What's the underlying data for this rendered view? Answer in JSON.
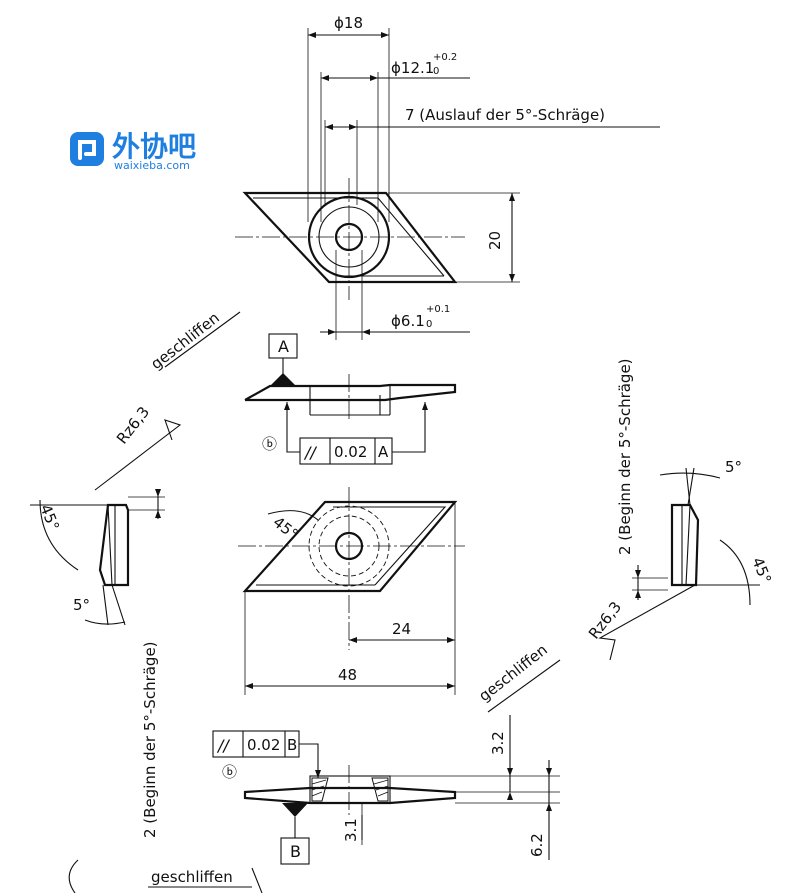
{
  "watermark": {
    "brand": "外协吧",
    "url": "waixieba.com",
    "color": "#1e7fe0"
  },
  "top_view": {
    "dia_outer": "ϕ18",
    "dia_mid": "ϕ12.1",
    "dia_mid_tol_upper": "+0.2",
    "dia_mid_tol_lower": "0",
    "runout_note": "7 (Auslauf der 5°-Schräge)",
    "height": "20",
    "dia_hole": "ϕ6.1",
    "dia_hole_tol_upper": "+0.1",
    "dia_hole_tol_lower": "0"
  },
  "side_view_a": {
    "datum": "A",
    "circle_mark": "ⓑ",
    "tolerance_symbol": "//",
    "tolerance_value": "0.02",
    "tolerance_datum": "A"
  },
  "bottom_view": {
    "angle": "45°",
    "dim_24": "24",
    "dim_48": "48"
  },
  "left_detail": {
    "finish": "geschliffen",
    "roughness": "Rz6,3",
    "angle_45": "45°",
    "angle_5": "5°",
    "begin_note": "2 (Beginn der 5°-Schräge)"
  },
  "right_detail": {
    "finish": "geschliffen",
    "roughness": "Rz6,3",
    "angle_45": "45°",
    "angle_5": "5°",
    "begin_note": "2 (Beginn der 5°-Schräge)"
  },
  "side_view_b": {
    "datum": "B",
    "circle_mark": "ⓑ",
    "tolerance_symbol": "//",
    "tolerance_value": "0.02",
    "tolerance_datum": "B",
    "dim_3_2": "3.2",
    "dim_3_1": "3.1",
    "dim_6_2": "6.2"
  },
  "bottom_detail": {
    "finish": "geschliffen"
  }
}
